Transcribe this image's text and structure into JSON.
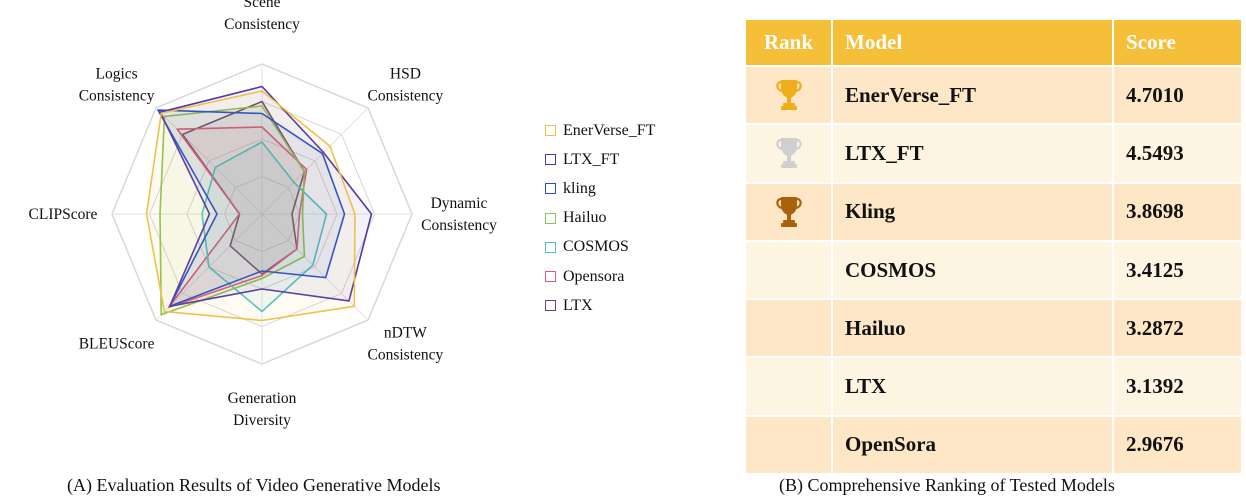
{
  "chart_data": {
    "type": "radar",
    "axes": [
      "Scene Consistency",
      "HSD Consistency",
      "Dynamic Consistency",
      "nDTW Consistency",
      "Generation Diversity",
      "BLEUScore",
      "CLIPScore",
      "Logics Consistency"
    ],
    "axis_label_lines": [
      [
        "Scene",
        "Consistency"
      ],
      [
        "HSD",
        "Consistency"
      ],
      [
        "Dynamic",
        "Consistency"
      ],
      [
        "nDTW",
        "Consistency"
      ],
      [
        "Generation",
        "Diversity"
      ],
      [
        "BLEUScore"
      ],
      [
        "CLIPScore"
      ],
      [
        "Logics",
        "Consistency"
      ]
    ],
    "range": [
      0,
      1
    ],
    "grid": true,
    "legend_position": "right",
    "series": [
      {
        "name": "EnerVerse_FT",
        "color": "#f2c04a",
        "values": [
          0.82,
          0.64,
          0.62,
          0.87,
          0.71,
          0.92,
          0.77,
          0.95
        ]
      },
      {
        "name": "LTX_FT",
        "color": "#5236a8",
        "values": [
          0.85,
          0.58,
          0.73,
          0.82,
          0.5,
          0.87,
          0.35,
          0.96
        ]
      },
      {
        "name": "kling",
        "color": "#2550cc",
        "values": [
          0.67,
          0.57,
          0.55,
          0.6,
          0.38,
          0.87,
          0.3,
          0.98
        ]
      },
      {
        "name": "Hailuo",
        "color": "#8cc44d",
        "values": [
          0.72,
          0.4,
          0.27,
          0.4,
          0.43,
          0.95,
          0.68,
          0.92
        ]
      },
      {
        "name": "COSMOS",
        "color": "#4cc4c4",
        "values": [
          0.48,
          0.3,
          0.43,
          0.48,
          0.65,
          0.5,
          0.4,
          0.44
        ]
      },
      {
        "name": "Opensora",
        "color": "#e6557a",
        "values": [
          0.58,
          0.42,
          0.25,
          0.33,
          0.41,
          0.88,
          0.15,
          0.8
        ]
      },
      {
        "name": "LTX",
        "color": "#6e4569",
        "values": [
          0.75,
          0.4,
          0.2,
          0.33,
          0.4,
          0.3,
          0.15,
          0.75
        ]
      }
    ]
  },
  "captions": {
    "a": "(A) Evaluation Results of Video Generative Models",
    "b": "(B) Comprehensive Ranking of Tested Models"
  },
  "table": {
    "headers": [
      "Rank",
      "Model",
      "Score"
    ],
    "rows": [
      {
        "model": "EnerVerse_FT",
        "score": "4.7010",
        "trophy": "gold-trophy-icon"
      },
      {
        "model": "LTX_FT",
        "score": "4.5493",
        "trophy": "silver-trophy-icon"
      },
      {
        "model": "Kling",
        "score": "3.8698",
        "trophy": "bronze-trophy-icon"
      },
      {
        "model": "COSMOS",
        "score": "3.4125",
        "trophy": ""
      },
      {
        "model": "Hailuo",
        "score": "3.2872",
        "trophy": ""
      },
      {
        "model": "LTX",
        "score": "3.1392",
        "trophy": ""
      },
      {
        "model": "OpenSora",
        "score": "2.9676",
        "trophy": ""
      }
    ],
    "colors": {
      "header": "#f5bf3a",
      "row_odd": "#fde7c6",
      "row_even": "#fef4e2",
      "gold": "#f0ad1a",
      "silver": "#cfcfcf",
      "bronze": "#a8620e"
    }
  }
}
